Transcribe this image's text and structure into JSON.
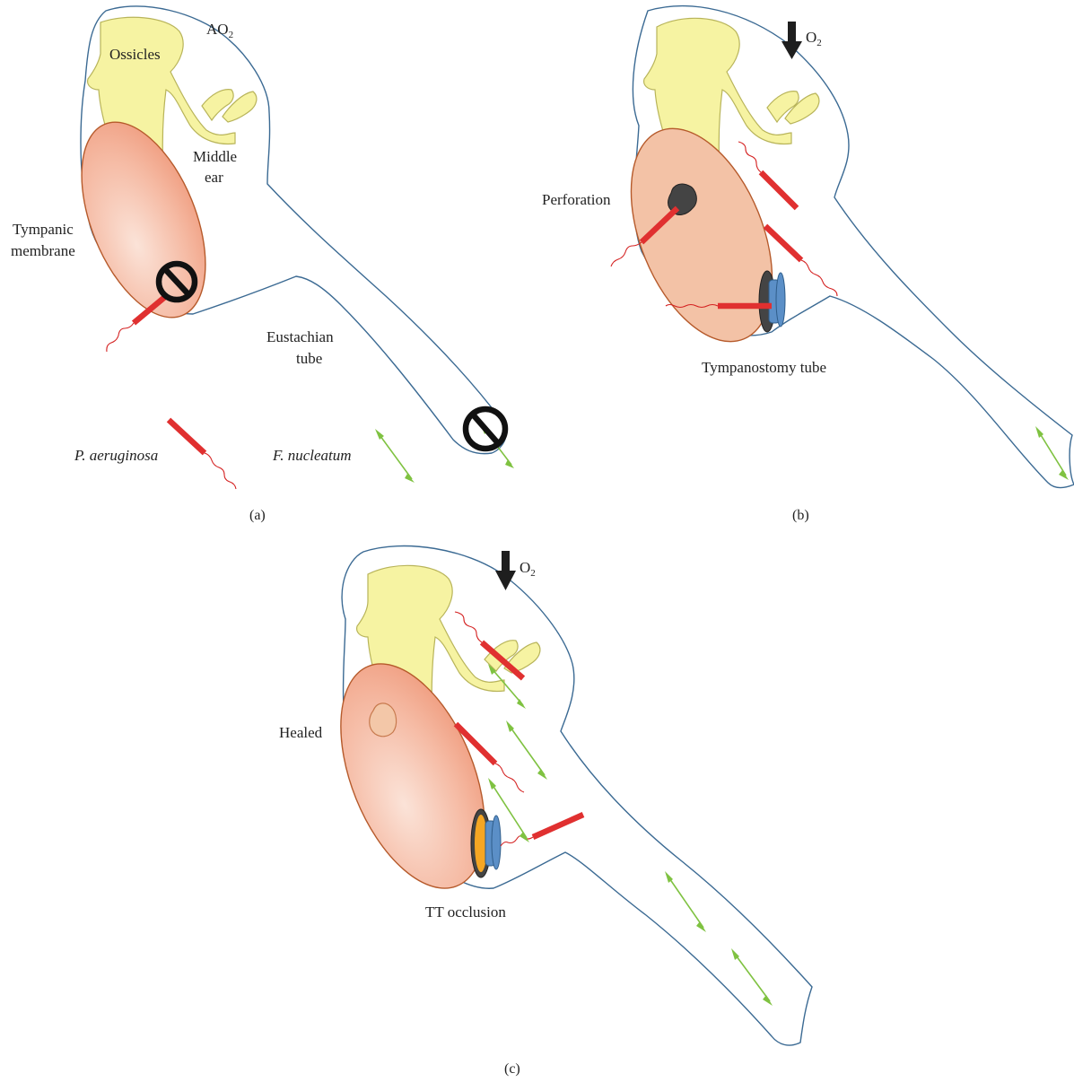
{
  "panel_a": {
    "caption": "(a)",
    "labels": {
      "ossicles": "Ossicles",
      "ao2_prefix": "AO",
      "ao2_sub": "2",
      "middle_ear_1": "Middle",
      "middle_ear_2": "ear",
      "tympanic_1": "Tympanic",
      "tympanic_2": "membrane",
      "eustachian_1": "Eustachian",
      "eustachian_2": "tube"
    },
    "legend": {
      "pa": "P. aeruginosa",
      "fn": "F. nucleatum"
    }
  },
  "panel_b": {
    "caption": "(b)",
    "labels": {
      "o2_prefix": "O",
      "o2_sub": "2",
      "perforation": "Perforation",
      "tympanostomy": "Tympanostomy tube"
    }
  },
  "panel_c": {
    "caption": "(c)",
    "labels": {
      "o2_prefix": "O",
      "o2_sub": "2",
      "healed": "Healed",
      "tt_occlusion": "TT occlusion"
    }
  },
  "colors": {
    "ear_outline": "#3b6a93",
    "ossicles": "#f6f3a2",
    "tympanic_membrane": "#f2a98e",
    "p_aeruginosa": "#e03030",
    "f_nucleatum": "#7fc241",
    "tube": "#5b8fc7",
    "occlusion": "#f5a623"
  },
  "icons": [
    "no-entry-icon",
    "oxygen-arrow-icon",
    "perforation-icon",
    "tympanostomy-tube-icon"
  ]
}
